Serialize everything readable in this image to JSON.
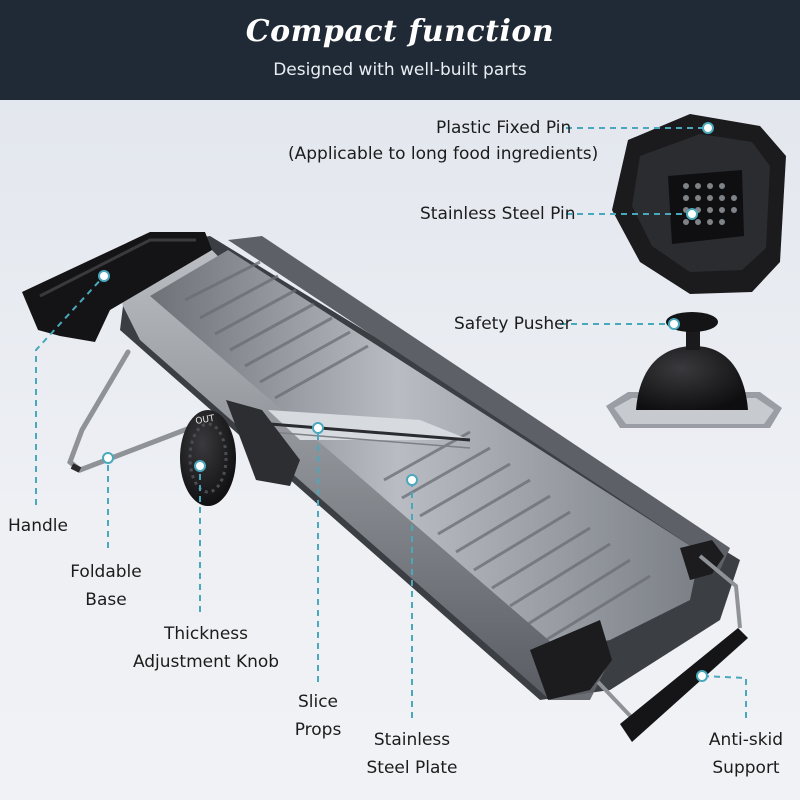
{
  "header": {
    "title": "Compact function",
    "subtitle": "Designed with well-built parts"
  },
  "callouts": {
    "plastic_fixed_pin": "Plastic Fixed Pin",
    "plastic_fixed_pin_note": "(Applicable to long food ingredients)",
    "stainless_steel_pin": "Stainless Steel Pin",
    "safety_pusher": "Safety Pusher",
    "handle": "Handle",
    "foldable_base_line1": "Foldable",
    "foldable_base_line2": "Base",
    "thickness_knob_line1": "Thickness",
    "thickness_knob_line2": "Adjustment Knob",
    "slice_props_line1": "Slice",
    "slice_props_line2": "Props",
    "steel_plate_line1": "Stainless",
    "steel_plate_line2": "Steel Plate",
    "anti_skid_line1": "Anti-skid",
    "anti_skid_line2": "Support"
  },
  "knob_text": "OUT",
  "colors": {
    "header_bg": "#1f2a36",
    "leader_line": "#4aa8bd",
    "steel": "#9ea2a8",
    "dark_plastic": "#1b1b1d"
  }
}
